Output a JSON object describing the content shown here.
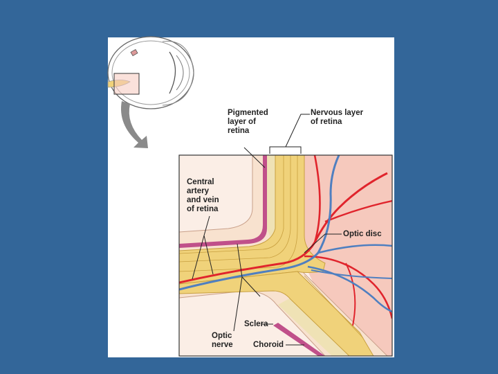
{
  "labels": {
    "pigmented": "Pigmented\nlayer of\nretina",
    "nervous": "Nervous layer\nof retina",
    "central": "Central\nartery\nand vein\nof retina",
    "optic_disc": "Optic disc",
    "sclera": "Sclera",
    "optic_nerve": "Optic\nnerve",
    "choroid": "Choroid"
  },
  "colors": {
    "background": "#336699",
    "panel": "#ffffff",
    "nerve": "#f0d27a",
    "artery": "#e0242c",
    "vein": "#4f7fc0",
    "pink": "#f6c9bd",
    "choroid": "#c0508a",
    "arrow": "#8a8a8a"
  }
}
